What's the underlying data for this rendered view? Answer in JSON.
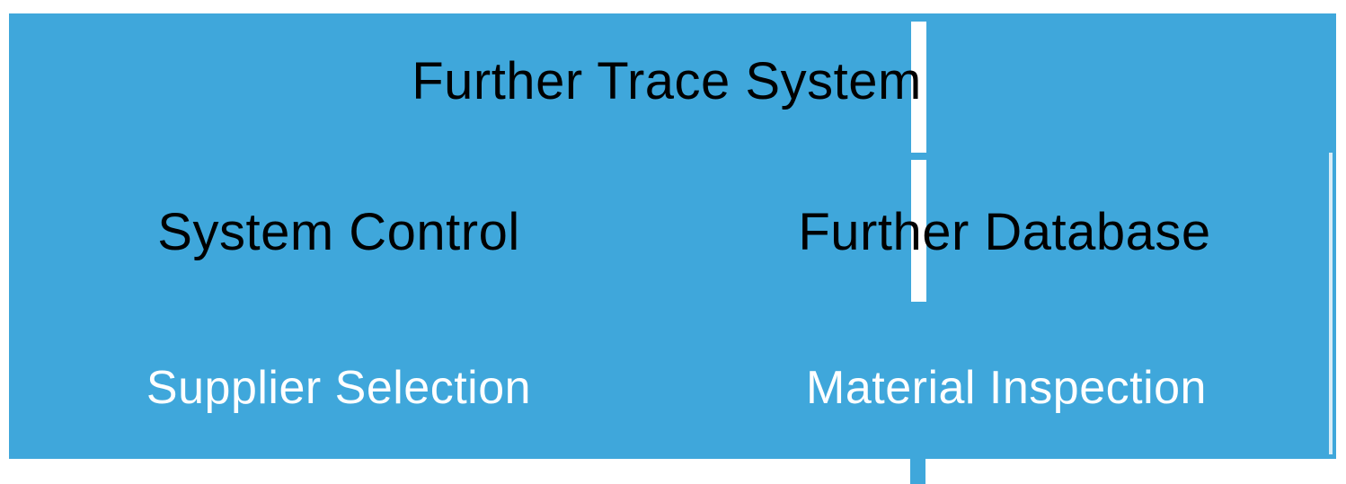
{
  "title": "Further Trace System",
  "columns": [
    {
      "heading": "System Control",
      "item": "Supplier Selection"
    },
    {
      "heading": "Further Database",
      "item": "Material Inspection"
    }
  ],
  "colors": {
    "background": "#ffffff",
    "panel_blue": "#3fa7db",
    "heading_text": "#000000",
    "item_text": "#ffffff",
    "divider": "#ffffff",
    "right_edge": "#d9edf7"
  }
}
